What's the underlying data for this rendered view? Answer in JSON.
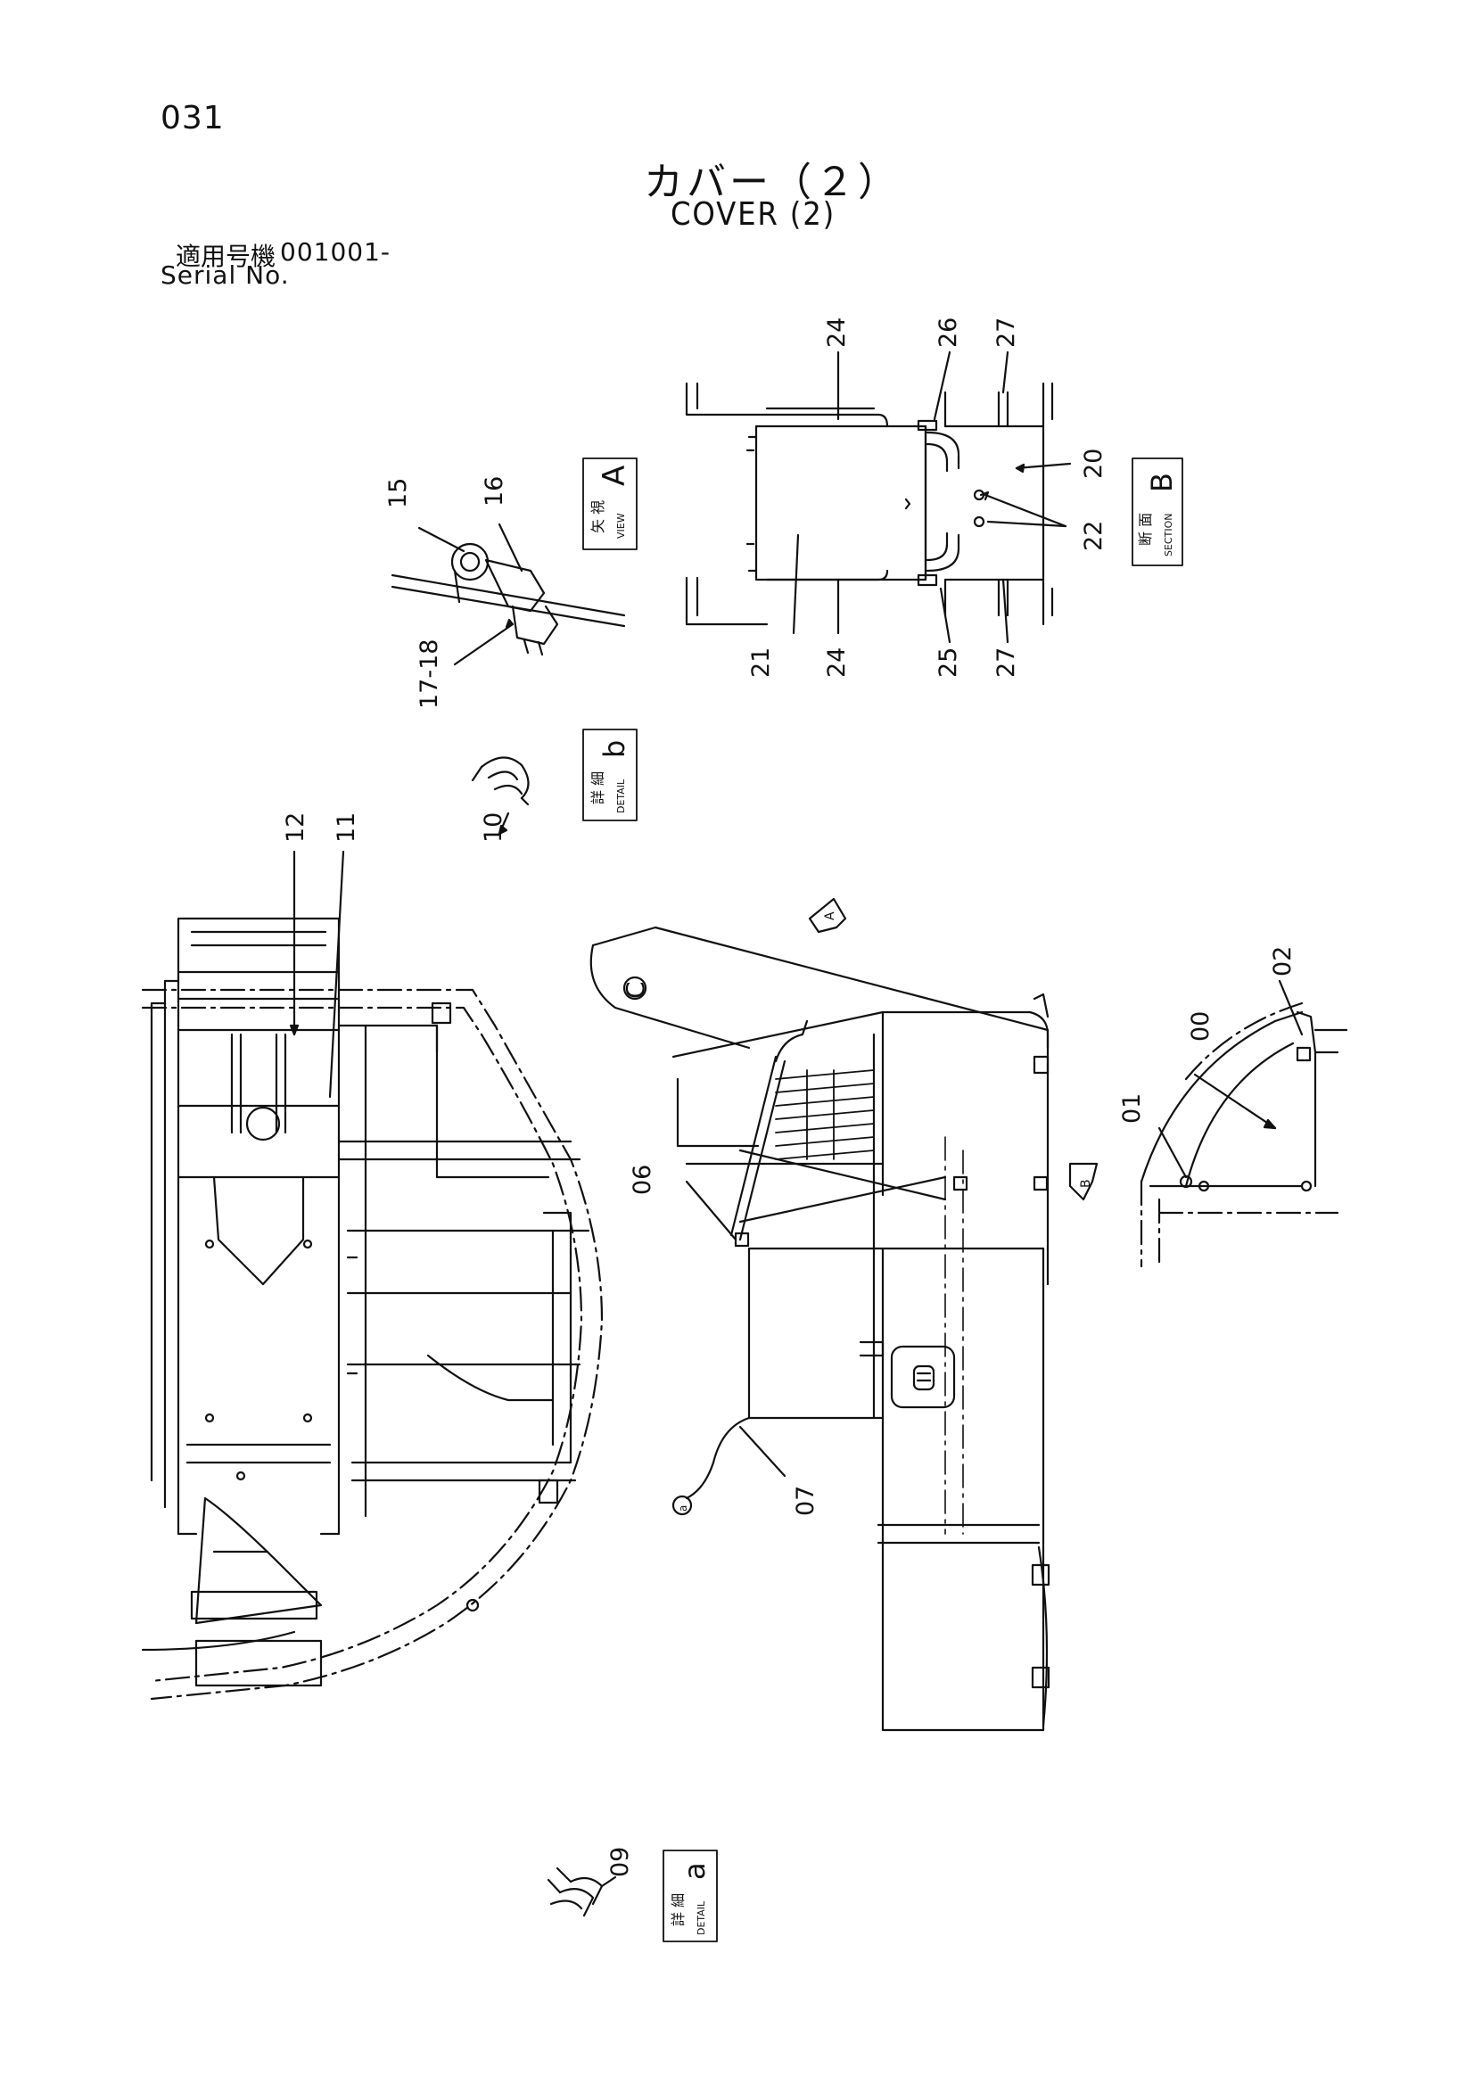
{
  "header": {
    "page_number": "031",
    "title_jp": "カバー（２）",
    "title_en": "COVER (2)",
    "serial_label_jp": "適用号機",
    "serial_value": "001001-",
    "serial_label_en": "Serial No."
  },
  "views": {
    "view_a": {
      "kanji": "矢 視",
      "small": "VIEW",
      "letter": "A"
    },
    "section_b": {
      "kanji": "断 面",
      "small": "SECTION",
      "letter": "B"
    },
    "detail_b": {
      "kanji": "詳 細",
      "small": "DETAIL",
      "letter": "b"
    },
    "detail_a": {
      "kanji": "詳 細",
      "small": "DETAIL",
      "letter": "a"
    }
  },
  "callouts": {
    "p00": "00",
    "p01": "01",
    "p02": "02",
    "p06": "06",
    "p07": "07",
    "p09": "09",
    "p10": "10",
    "p11": "11",
    "p12": "12",
    "p15": "15",
    "p16": "16",
    "p17_18": "17-18",
    "p20": "20",
    "p21": "21",
    "p22": "22",
    "p24a": "24",
    "p24b": "24",
    "p25": "25",
    "p26": "26",
    "p27a": "27",
    "p27b": "27"
  },
  "markers": {
    "arrow_a": "A",
    "arrow_b": "B",
    "label_c": "C",
    "small_a": "a"
  }
}
